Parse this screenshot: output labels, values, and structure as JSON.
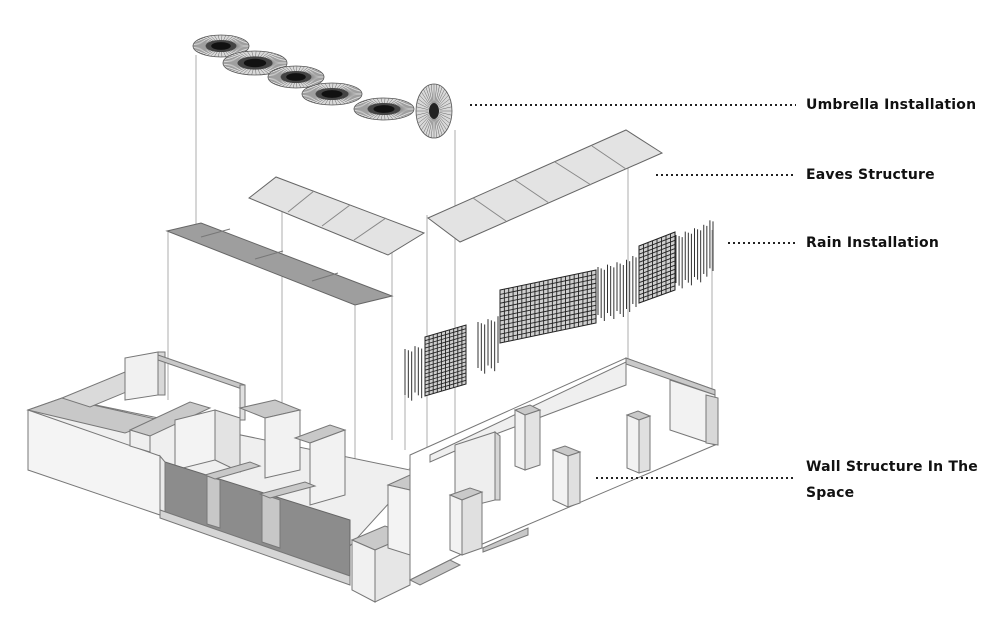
{
  "labels": {
    "umbrella": "Umbrella Installation",
    "eaves": "Eaves Structure",
    "rain": "Rain Installation",
    "wall_line1": "Wall Structure In The",
    "wall_line2": "Space"
  },
  "colors": {
    "line": "#555555",
    "panel_light": "#e2e2e2",
    "panel_dark": "#9a9a9a",
    "wall_top": "#c9c9c9",
    "wall_side": "#efefef",
    "glass": "#8c8c8c"
  },
  "icons": {
    "umbrella": "umbrella-disc-icon"
  }
}
